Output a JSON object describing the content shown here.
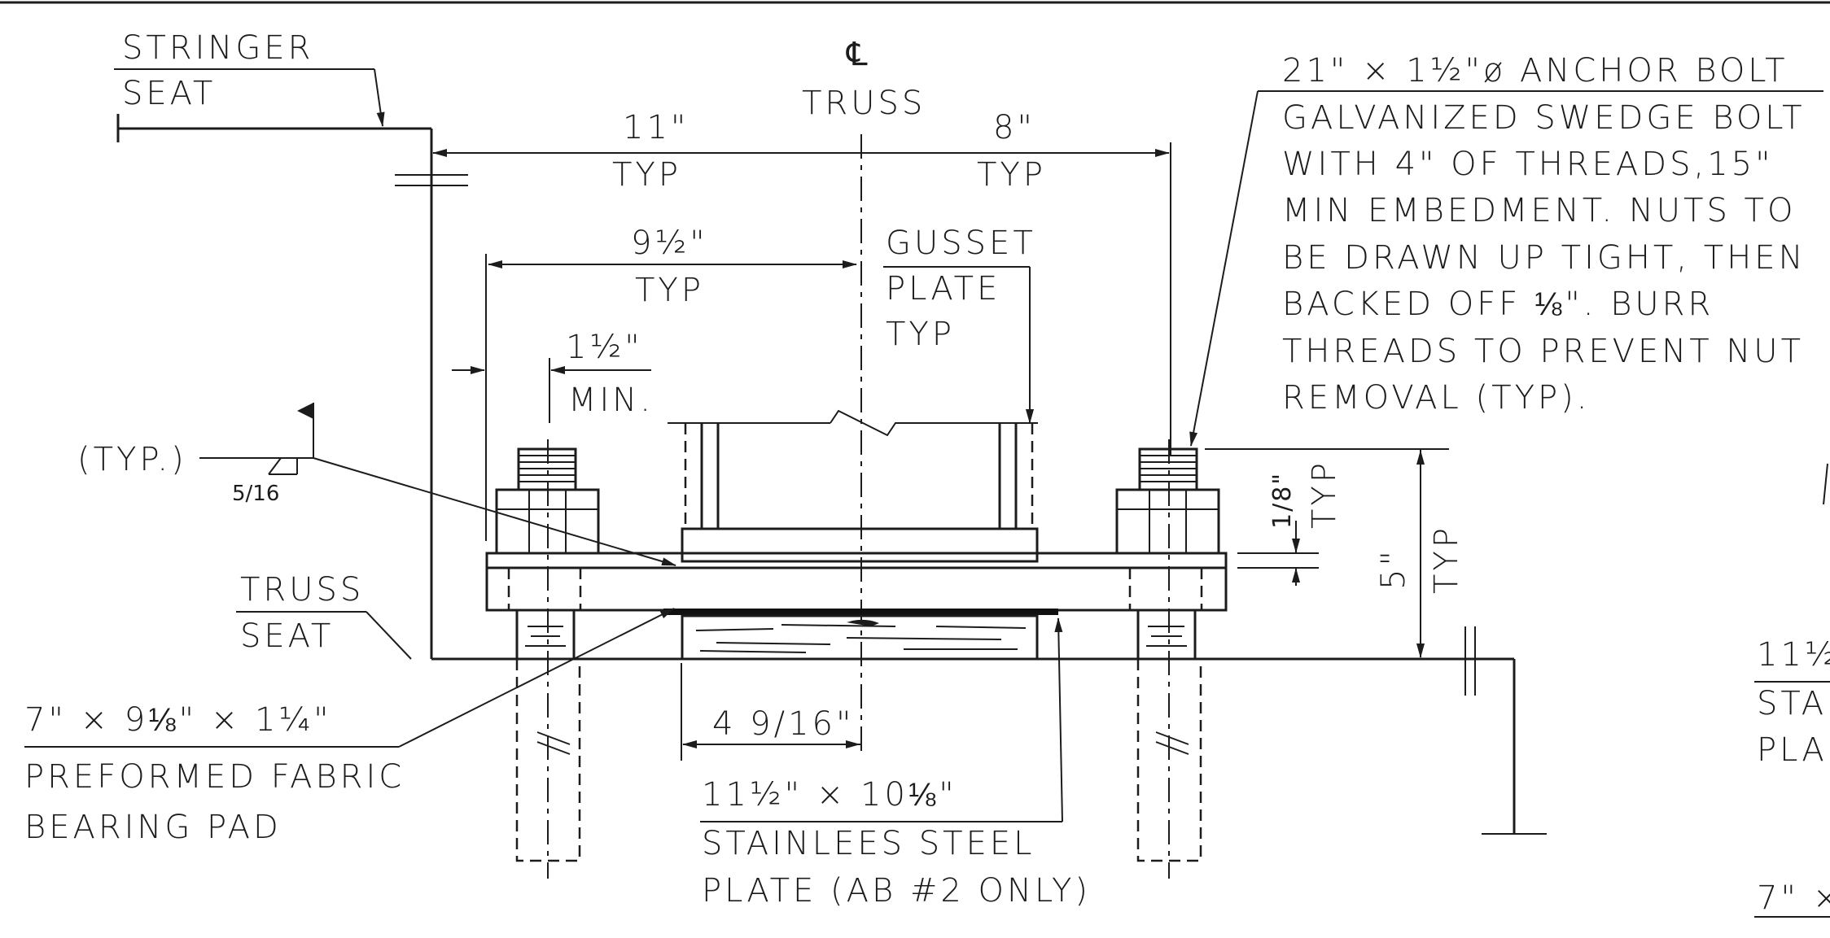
{
  "labels": {
    "stringer_seat_1": "STRINGER",
    "stringer_seat_2": "SEAT",
    "cl_symbol": "℄",
    "cl_truss": "TRUSS",
    "dim_11": "11\"",
    "dim_11_typ": "TYP",
    "dim_8": "8\"",
    "dim_8_typ": "TYP",
    "dim_9half": "9½\"",
    "dim_9half_typ": "TYP",
    "gusset_1": "GUSSET",
    "gusset_2": "PLATE",
    "gusset_3": "TYP",
    "dim_1half": "1½\"",
    "dim_1half_min": "MIN.",
    "weld_typ": "(TYP.)",
    "weld_size": "5/16",
    "truss_seat_1": "TRUSS",
    "truss_seat_2": "SEAT",
    "pad_dim": "7\" × 9⅛\" × 1¼\"",
    "pad_1": "PREFORMED FABRIC",
    "pad_2": "BEARING PAD",
    "dim_4_9_16": "4 9/16\"",
    "plate_dim": "11½\" × 10⅛\"",
    "plate_1": "STAINLEES STEEL",
    "plate_2": "PLATE (AB #2 ONLY)",
    "dim_1_8": "1/8\"",
    "dim_1_8_typ": "TYP",
    "dim_5": "5\"",
    "dim_5_typ": "TYP",
    "bolt_1": "21\" × 1½\"ø ANCHOR BOLT",
    "bolt_2": "GALVANIZED SWEDGE BOLT",
    "bolt_3": "WITH 4\" OF THREADS,15\"",
    "bolt_4": "MIN EMBEDMENT. NUTS TO",
    "bolt_5": "BE DRAWN UP TIGHT, THEN",
    "bolt_6": "BACKED OFF ⅛\". BURR",
    "bolt_7": "THREADS TO PREVENT NUT",
    "bolt_8": "REMOVAL (TYP).",
    "right_1": "11½",
    "right_2": "STA",
    "right_3": "PLA",
    "right_4": "7\" ×"
  }
}
